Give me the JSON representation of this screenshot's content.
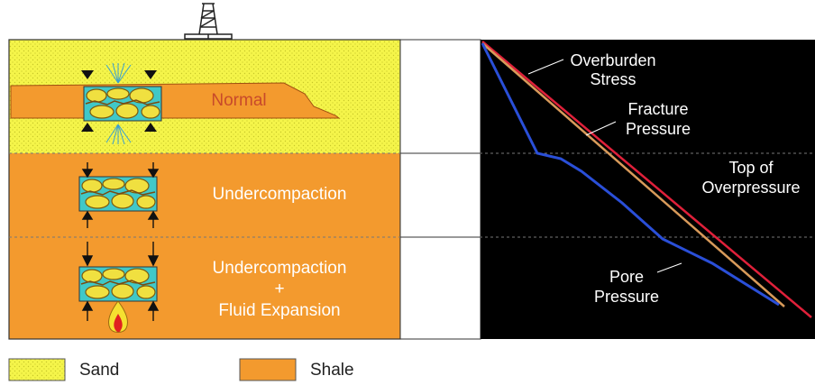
{
  "column_labels": {
    "normal": "Normal",
    "undercompaction": "Undercompaction",
    "undercompaction_fluid_line1": "Undercompaction",
    "undercompaction_fluid_line2": "+",
    "undercompaction_fluid_line3": "Fluid Expansion"
  },
  "pressure_labels": {
    "overburden_line1": "Overburden",
    "overburden_line2": "Stress",
    "fracture_line1": "Fracture",
    "fracture_line2": "Pressure",
    "top_over_line1": "Top of",
    "top_over_line2": "Overpressure",
    "pore_line1": "Pore",
    "pore_line2": "Pressure"
  },
  "legend": {
    "sand_label": "Sand",
    "shale_label": "Shale"
  },
  "colors": {
    "sand": "#f5f54a",
    "shale": "#f39a2e",
    "overburden_line": "#e0203a",
    "fracture_line": "#d89a5a",
    "pore_line": "#2a4fd8",
    "plot_background": "#000000"
  },
  "icons": [
    "drilling-rig-icon",
    "flame-icon",
    "grain-pack-icon",
    "compaction-arrow-icon"
  ]
}
